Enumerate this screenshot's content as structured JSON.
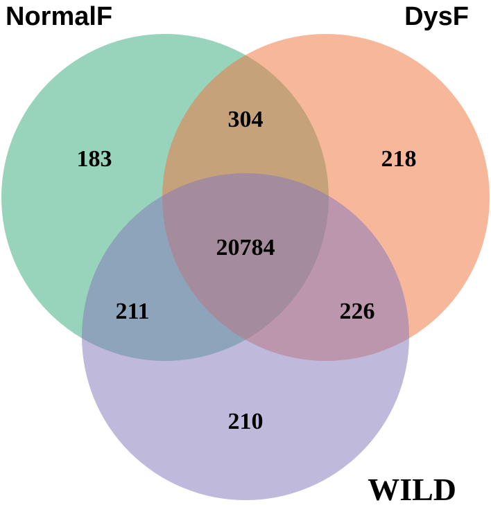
{
  "sets": [
    {
      "id": "normalf",
      "label": "NormalF",
      "color": "#3aab7d"
    },
    {
      "id": "dysf",
      "label": "DysF",
      "color": "#ef7440"
    },
    {
      "id": "wild",
      "label": "WILD",
      "color": "#8479bb"
    }
  ],
  "regions": {
    "normalf_only": "183",
    "dysf_only": "218",
    "wild_only": "210",
    "normalf_dysf": "304",
    "normalf_wild": "211",
    "dysf_wild": "226",
    "all_three": "20784"
  },
  "opacity": 0.52
}
